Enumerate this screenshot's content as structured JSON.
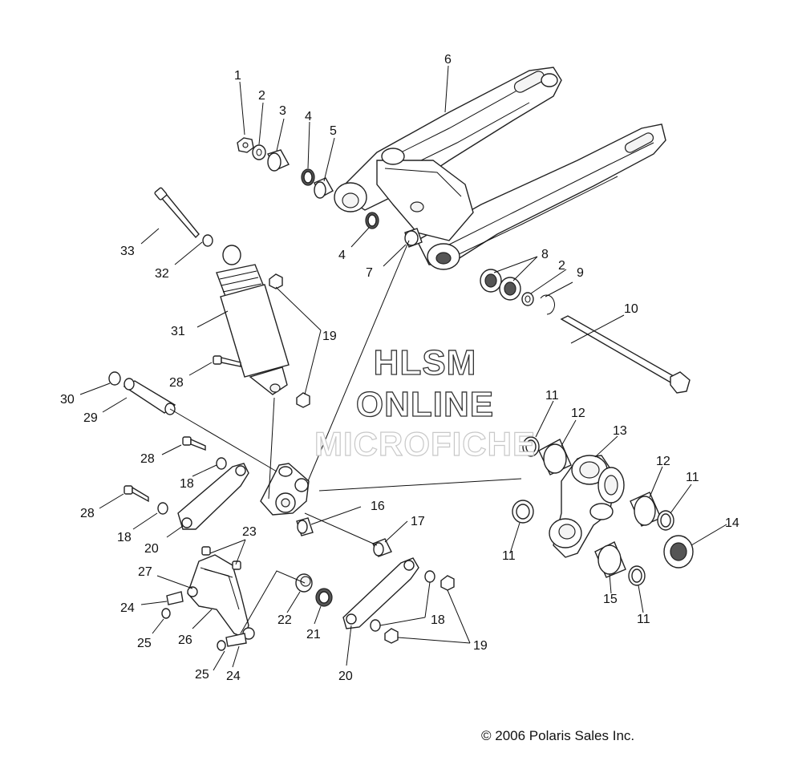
{
  "watermark": {
    "line1": "HLSM",
    "line2": "ONLINE",
    "line3": "MICROFICHE"
  },
  "copyright": "© 2006 Polaris Sales Inc.",
  "callouts": [
    {
      "id": "c1",
      "label": "1"
    },
    {
      "id": "c2a",
      "label": "2"
    },
    {
      "id": "c3",
      "label": "3"
    },
    {
      "id": "c4a",
      "label": "4"
    },
    {
      "id": "c5",
      "label": "5"
    },
    {
      "id": "c6",
      "label": "6"
    },
    {
      "id": "c4b",
      "label": "4"
    },
    {
      "id": "c7",
      "label": "7"
    },
    {
      "id": "c8",
      "label": "8"
    },
    {
      "id": "c2b",
      "label": "2"
    },
    {
      "id": "c9",
      "label": "9"
    },
    {
      "id": "c10",
      "label": "10"
    },
    {
      "id": "c33",
      "label": "33"
    },
    {
      "id": "c32",
      "label": "32"
    },
    {
      "id": "c31",
      "label": "31"
    },
    {
      "id": "c19a",
      "label": "19"
    },
    {
      "id": "c28a",
      "label": "28"
    },
    {
      "id": "c30",
      "label": "30"
    },
    {
      "id": "c29",
      "label": "29"
    },
    {
      "id": "c28b",
      "label": "28"
    },
    {
      "id": "c18a",
      "label": "18"
    },
    {
      "id": "c28c",
      "label": "28"
    },
    {
      "id": "c18b",
      "label": "18"
    },
    {
      "id": "c20a",
      "label": "20"
    },
    {
      "id": "c23",
      "label": "23"
    },
    {
      "id": "c27",
      "label": "27"
    },
    {
      "id": "c24a",
      "label": "24"
    },
    {
      "id": "c25a",
      "label": "25"
    },
    {
      "id": "c26",
      "label": "26"
    },
    {
      "id": "c25b",
      "label": "25"
    },
    {
      "id": "c24b",
      "label": "24"
    },
    {
      "id": "c22",
      "label": "22"
    },
    {
      "id": "c21",
      "label": "21"
    },
    {
      "id": "c20b",
      "label": "20"
    },
    {
      "id": "c16",
      "label": "16"
    },
    {
      "id": "c17",
      "label": "17"
    },
    {
      "id": "c18c",
      "label": "18"
    },
    {
      "id": "c19b",
      "label": "19"
    },
    {
      "id": "c11a",
      "label": "11"
    },
    {
      "id": "c12a",
      "label": "12"
    },
    {
      "id": "c13",
      "label": "13"
    },
    {
      "id": "c12b",
      "label": "12"
    },
    {
      "id": "c11b",
      "label": "11"
    },
    {
      "id": "c14",
      "label": "14"
    },
    {
      "id": "c11c",
      "label": "11"
    },
    {
      "id": "c15",
      "label": "15"
    },
    {
      "id": "c11d",
      "label": "11"
    }
  ]
}
